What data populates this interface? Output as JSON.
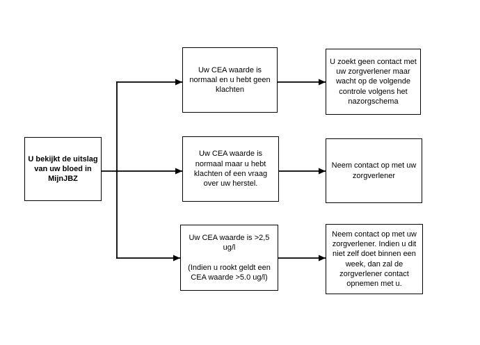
{
  "diagram": {
    "background_color": "#ffffff",
    "line_color": "#000000",
    "nodes": {
      "start": {
        "text": "U bekijkt de uitslag\nvan uw bloed in\nMijnJBZ",
        "bold": true
      },
      "mid_top": {
        "text": "Uw CEA waarde is\nnormaal en u hebt geen\nklachten",
        "bold": false
      },
      "mid_mid": {
        "text": "Uw CEA waarde is\nnormaal maar u hebt\nklachten of een vraag\nover uw herstel.",
        "bold": false
      },
      "mid_bot": {
        "text": "Uw CEA waarde is >2,5\nug/l\n\n(Indien u rookt geldt een\nCEA waarde >5.0 ug/l)",
        "bold": false
      },
      "right_top": {
        "text": "U zoekt geen contact met\nuw zorgverlener maar\nwacht op de volgende\ncontrole volgens het\nnazorgschema",
        "bold": false
      },
      "right_mid": {
        "text": "Neem contact op met uw\nzorgverlener",
        "bold": false
      },
      "right_bot": {
        "text": "Neem contact op met uw\nzorgverlener. Indien u dit\nniet zelf doet binnen een\nweek, dan zal de\nzorgverlener contact\nopnemen met u.",
        "bold": false
      }
    },
    "edges": [
      {
        "from": "start",
        "to": "mid_top"
      },
      {
        "from": "start",
        "to": "mid_mid"
      },
      {
        "from": "start",
        "to": "mid_bot"
      },
      {
        "from": "mid_top",
        "to": "right_top"
      },
      {
        "from": "mid_mid",
        "to": "right_mid"
      },
      {
        "from": "mid_bot",
        "to": "right_bot"
      }
    ]
  }
}
